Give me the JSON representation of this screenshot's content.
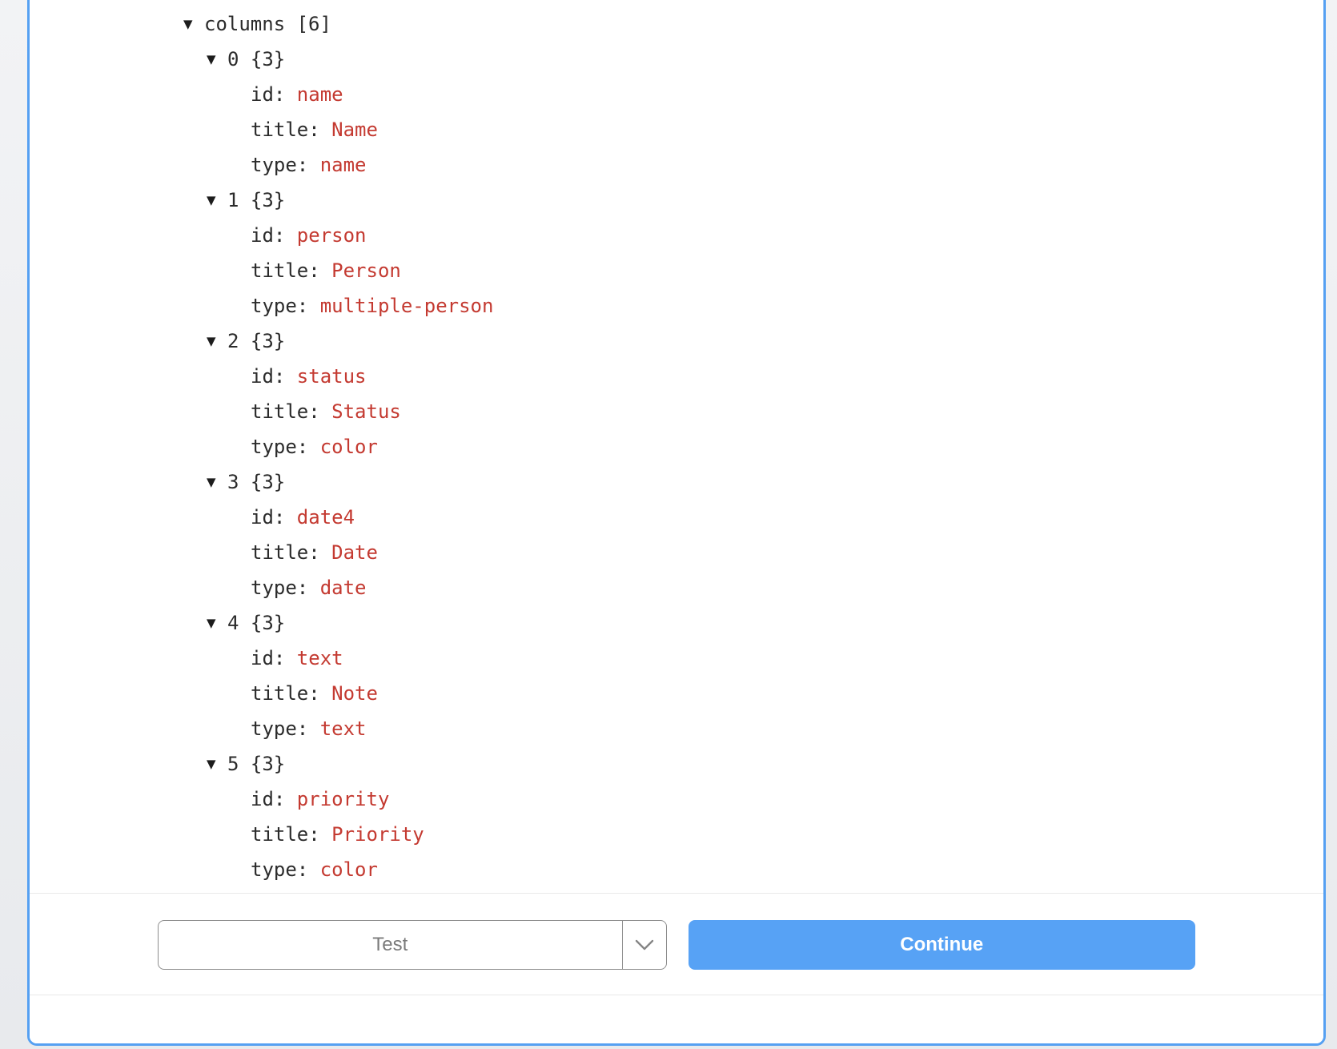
{
  "tree": {
    "root_label": "columns",
    "root_badge": "[6]",
    "collapse_icon": "▼",
    "items": [
      {
        "index": "0",
        "badge": "{3}",
        "fields": [
          {
            "key": "id",
            "value": "name"
          },
          {
            "key": "title",
            "value": "Name"
          },
          {
            "key": "type",
            "value": "name"
          }
        ]
      },
      {
        "index": "1",
        "badge": "{3}",
        "fields": [
          {
            "key": "id",
            "value": "person"
          },
          {
            "key": "title",
            "value": "Person"
          },
          {
            "key": "type",
            "value": "multiple-person"
          }
        ]
      },
      {
        "index": "2",
        "badge": "{3}",
        "fields": [
          {
            "key": "id",
            "value": "status"
          },
          {
            "key": "title",
            "value": "Status"
          },
          {
            "key": "type",
            "value": "color"
          }
        ]
      },
      {
        "index": "3",
        "badge": "{3}",
        "fields": [
          {
            "key": "id",
            "value": "date4"
          },
          {
            "key": "title",
            "value": "Date"
          },
          {
            "key": "type",
            "value": "date"
          }
        ]
      },
      {
        "index": "4",
        "badge": "{3}",
        "fields": [
          {
            "key": "id",
            "value": "text"
          },
          {
            "key": "title",
            "value": "Note"
          },
          {
            "key": "type",
            "value": "text"
          }
        ]
      },
      {
        "index": "5",
        "badge": "{3}",
        "fields": [
          {
            "key": "id",
            "value": "priority"
          },
          {
            "key": "title",
            "value": "Priority"
          },
          {
            "key": "type",
            "value": "color"
          }
        ]
      }
    ]
  },
  "footer": {
    "test_button": "Test",
    "continue_button": "Continue"
  },
  "icons": {
    "chevron_down": "chevron-down"
  },
  "colors": {
    "card_border": "#55a0f2",
    "continue_bg": "#57a2f5",
    "value_text": "#c43a31",
    "key_text": "#2b2b2b",
    "divider": "#e9e9e9"
  }
}
